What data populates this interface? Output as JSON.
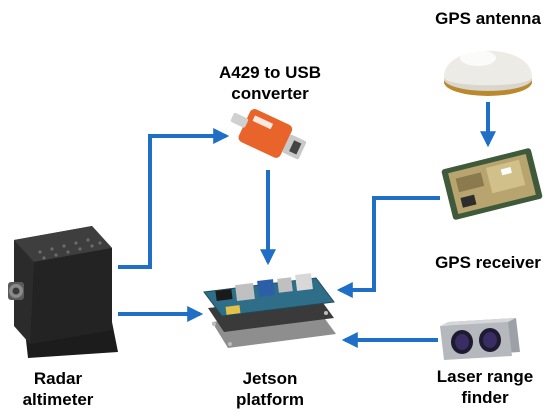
{
  "labels": {
    "gps_antenna": "GPS antenna",
    "converter_line1": "A429 to USB",
    "converter_line2": "converter",
    "gps_receiver": "GPS receiver",
    "radar_line1": "Radar",
    "radar_line2": "altimeter",
    "jetson_line1": "Jetson",
    "jetson_line2": "platform",
    "laser_line1": "Laser range",
    "laser_line2": "finder"
  },
  "colors": {
    "arrow": "#1f6fc6",
    "converter_body": "#e8642a",
    "converter_plug": "#c9c9c9",
    "radar_body": "#2b2b2b",
    "gps_antenna": "#ecebe6",
    "gps_board": "#b8a46e",
    "jetson_board": "#2f6e88",
    "laser_body": "#b5b8bd",
    "laser_lens": "#3a2d63"
  },
  "devices": [
    {
      "id": "radar-altimeter",
      "icon": "radar-altimeter-icon"
    },
    {
      "id": "a429-converter",
      "icon": "usb-converter-icon"
    },
    {
      "id": "gps-antenna",
      "icon": "gps-antenna-icon"
    },
    {
      "id": "gps-receiver",
      "icon": "gps-receiver-board-icon"
    },
    {
      "id": "jetson-platform",
      "icon": "jetson-board-icon"
    },
    {
      "id": "laser-range-finder",
      "icon": "laser-range-finder-icon"
    }
  ]
}
